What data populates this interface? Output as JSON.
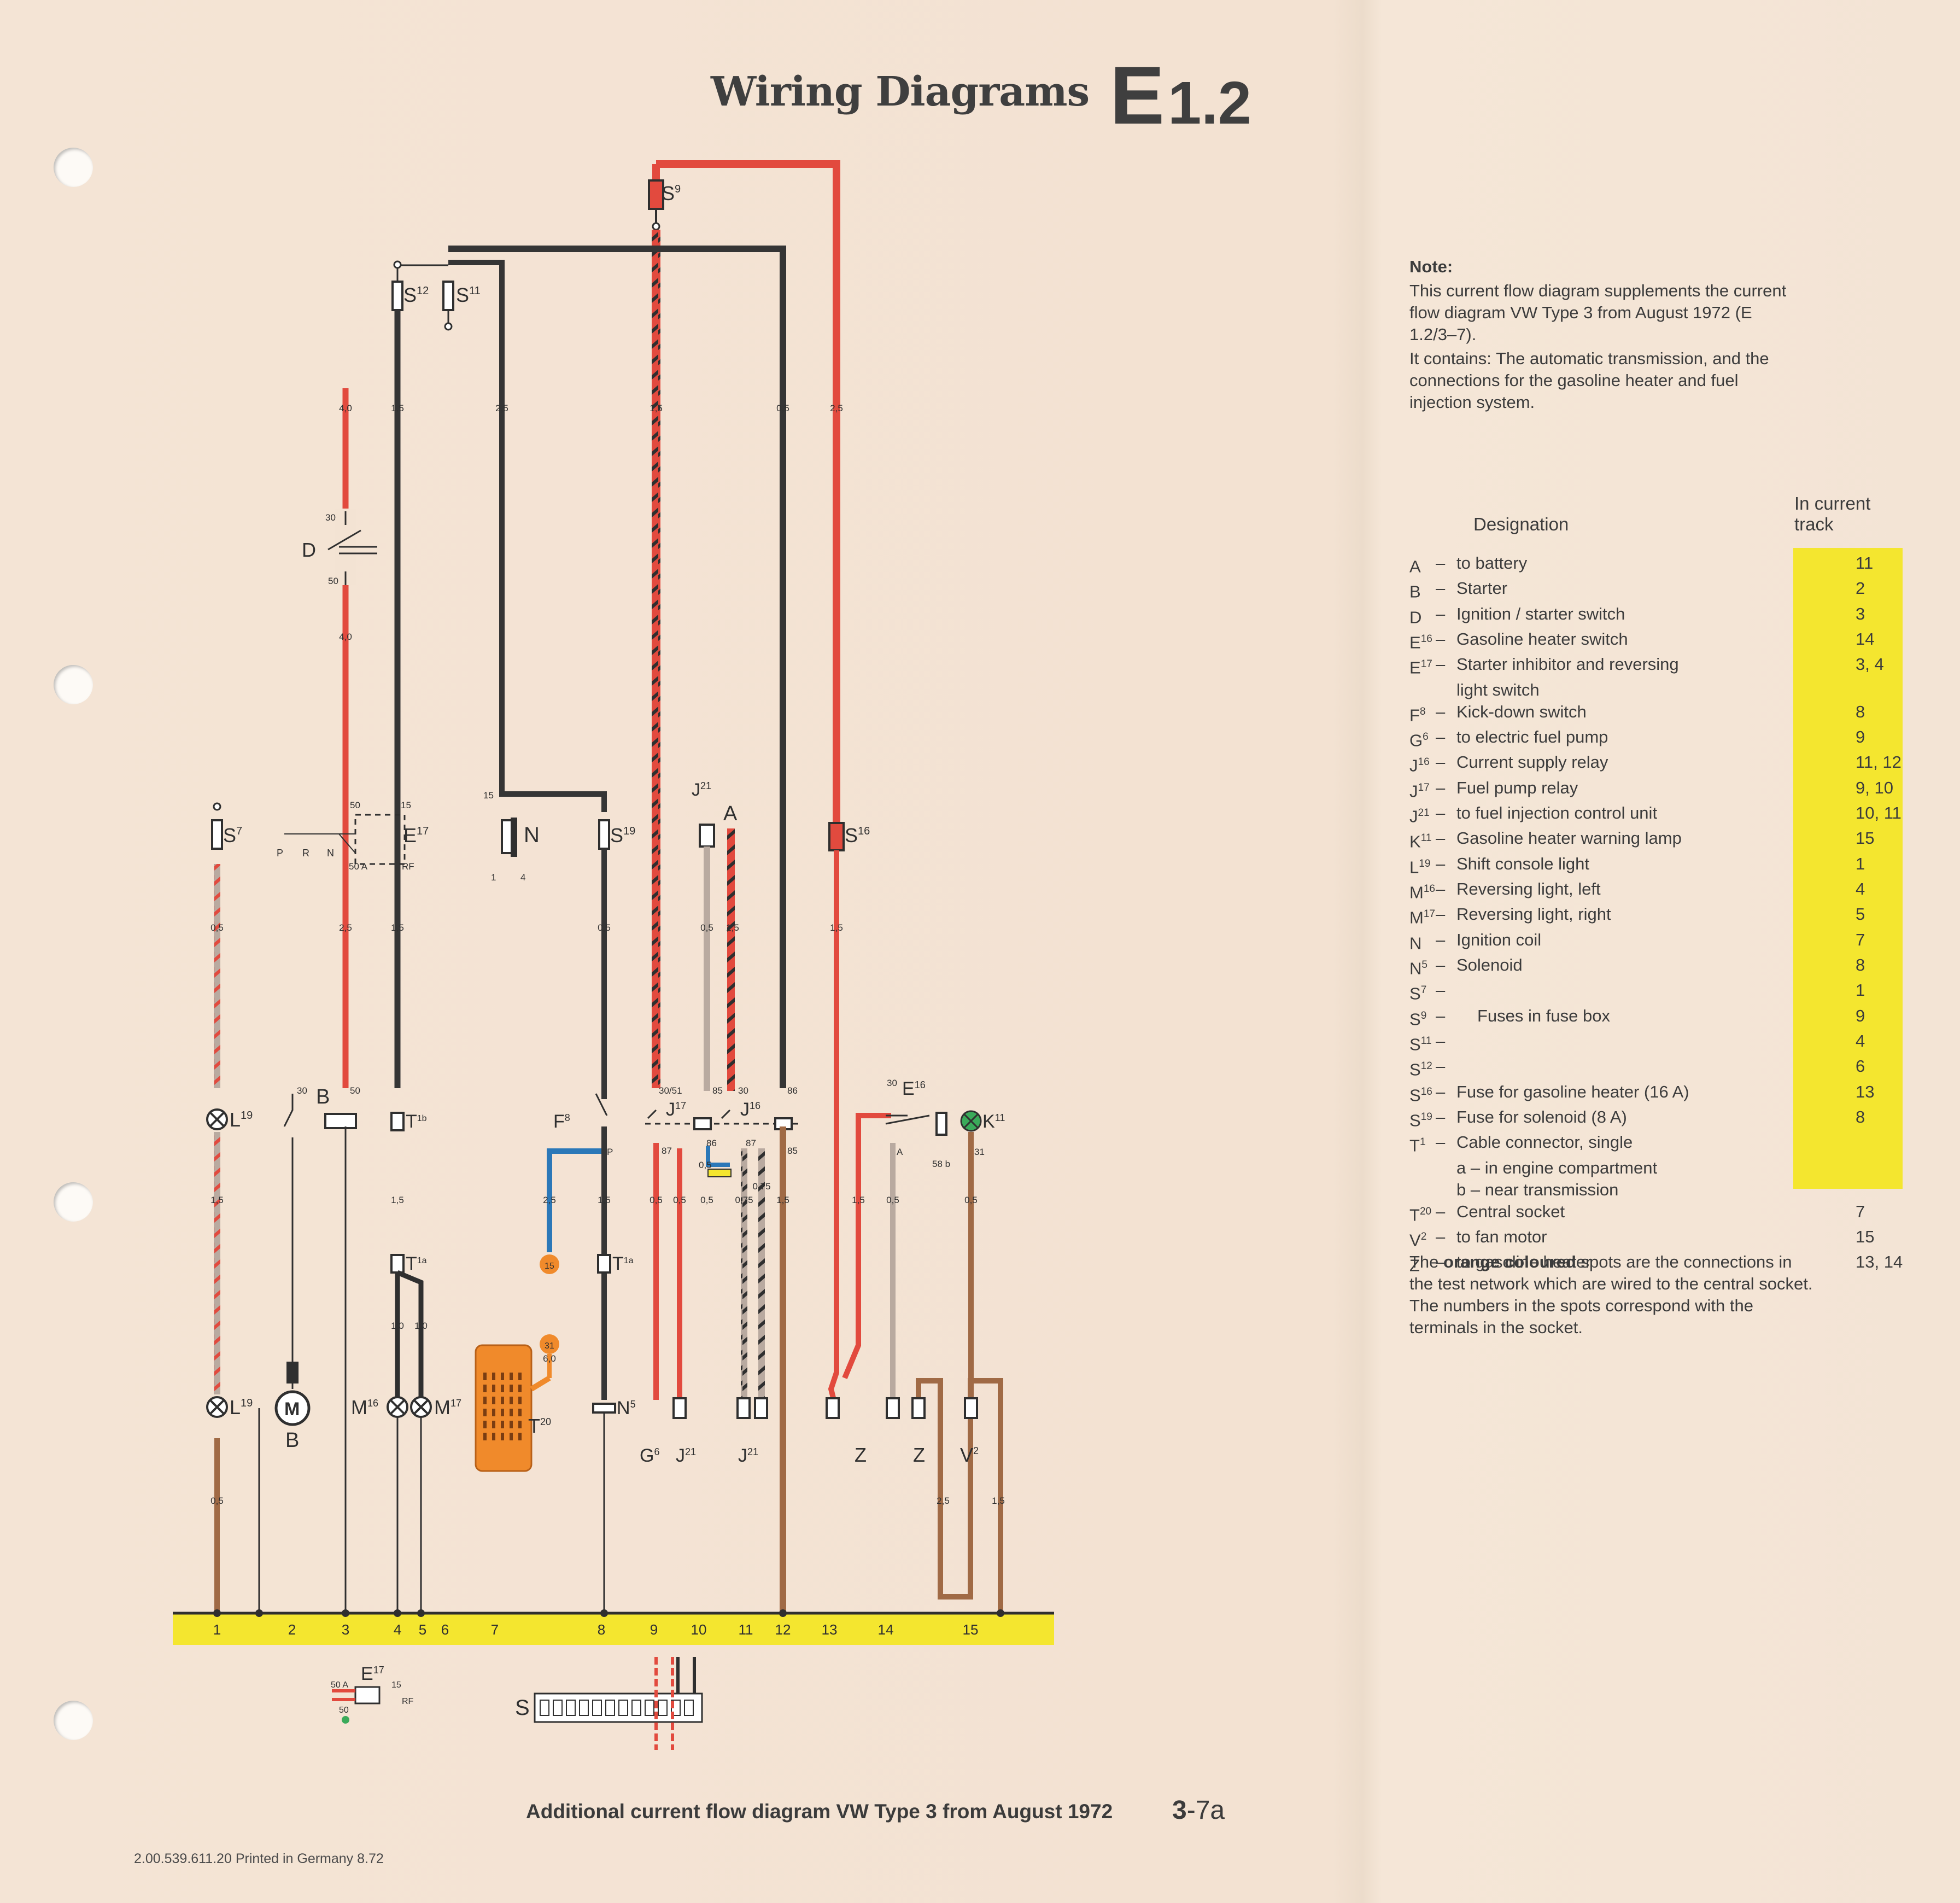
{
  "header": {
    "title": "Wiring Diagrams",
    "code_letter": "E",
    "code_number": "1.2"
  },
  "note": {
    "label": "Note:",
    "p1": "This current flow diagram supplements the current flow diagram VW Type 3 from August 1972 (E 1.2/3–7).",
    "p2": "It contains: The automatic transmission, and the connections for the gasoline heater and fuel injection system."
  },
  "legend": {
    "designation_header": "Designation",
    "track_header_1": "In current",
    "track_header_2": "track",
    "rows": [
      {
        "code": "A",
        "sup": "",
        "desc": "to battery",
        "track": "11"
      },
      {
        "code": "B",
        "sup": "",
        "desc": "Starter",
        "track": "2"
      },
      {
        "code": "D",
        "sup": "",
        "desc": "Ignition / starter switch",
        "track": "3"
      },
      {
        "code": "E",
        "sup": "16",
        "desc": "Gasoline heater switch",
        "track": "14"
      },
      {
        "code": "E",
        "sup": "17",
        "desc": "Starter inhibitor and reversing",
        "track": "3, 4"
      },
      {
        "code": "",
        "sup": "",
        "desc": "light switch",
        "track": "",
        "nodash": true
      },
      {
        "code": "F",
        "sup": "8",
        "desc": "Kick-down switch",
        "track": "8"
      },
      {
        "code": "G",
        "sup": "6",
        "desc": "to electric fuel pump",
        "track": "9"
      },
      {
        "code": "J",
        "sup": "16",
        "desc": "Current supply relay",
        "track": "11, 12"
      },
      {
        "code": "J",
        "sup": "17",
        "desc": "Fuel pump relay",
        "track": "9, 10"
      },
      {
        "code": "J",
        "sup": "21",
        "desc": "to fuel injection control unit",
        "track": "10, 11"
      },
      {
        "code": "K",
        "sup": "11",
        "desc": "Gasoline heater warning lamp",
        "track": "15"
      },
      {
        "code": "L",
        "sup": "19",
        "desc": "Shift console light",
        "track": "1"
      },
      {
        "code": "M",
        "sup": "16",
        "desc": "Reversing light, left",
        "track": "4"
      },
      {
        "code": "M",
        "sup": "17",
        "desc": "Reversing light, right",
        "track": "5"
      },
      {
        "code": "N",
        "sup": "",
        "desc": "Ignition coil",
        "track": "7"
      },
      {
        "code": "N",
        "sup": "5",
        "desc": "Solenoid",
        "track": "8"
      },
      {
        "code": "S",
        "sup": "7",
        "desc": "",
        "track": "1"
      },
      {
        "code": "S",
        "sup": "9",
        "desc": "Fuses in fuse box",
        "track": "9"
      },
      {
        "code": "S",
        "sup": "11",
        "desc": "",
        "track": "4"
      },
      {
        "code": "S",
        "sup": "12",
        "desc": "",
        "track": "6"
      },
      {
        "code": "S",
        "sup": "16",
        "desc": "Fuse for gasoline heater (16 A)",
        "track": "13"
      },
      {
        "code": "S",
        "sup": "19",
        "desc": "Fuse for solenoid (8 A)",
        "track": "8"
      },
      {
        "code": "T",
        "sup": "1",
        "desc": "Cable connector, single",
        "track": ""
      },
      {
        "code": "",
        "sup": "",
        "desc": "a – in engine compartment",
        "track": "",
        "nodash": true
      },
      {
        "code": "",
        "sup": "",
        "desc": "b – near transmission",
        "track": "",
        "nodash": true
      },
      {
        "code": "T",
        "sup": "20",
        "desc": "Central socket",
        "track": "7"
      },
      {
        "code": "V",
        "sup": "2",
        "desc": "to fan motor",
        "track": "15"
      },
      {
        "code": "Z",
        "sup": "",
        "desc": "to gasoline heater",
        "track": "13, 14"
      }
    ]
  },
  "orange_note": {
    "pre": "",
    "bold": "orange coloured",
    "before": "The ",
    "after": " spots are the connections in the test network which are wired to the central socket. The numbers in the spots correspond with the terminals in the socket."
  },
  "caption": "Additional current flow diagram VW Type 3 from August 1972",
  "page_number_main": "3",
  "page_number_sub": "-7a",
  "print_code": "2.00.539.611.20 Printed in Germany 8.72",
  "diagram": {
    "track_numbers": [
      "1",
      "2",
      "3",
      "4",
      "5",
      "6",
      "7",
      "8",
      "9",
      "10",
      "11",
      "12",
      "13",
      "14",
      "15"
    ],
    "labels": {
      "S9": "S",
      "S9sup": "9",
      "S12": "S",
      "S12sup": "12",
      "S11": "S",
      "S11sup": "11",
      "S7": "S",
      "S7sup": "7",
      "S19": "S",
      "S19sup": "19",
      "S16": "S",
      "S16sup": "16",
      "D": "D",
      "E17": "E",
      "E17sup": "17",
      "N": "N",
      "J21": "J",
      "J21sup": "21",
      "A": "A",
      "L19": "L",
      "L19sup": "19",
      "B": "B",
      "T1b": "T",
      "T1bsup": "1b",
      "F8": "F",
      "F8sup": "8",
      "J17": "J",
      "J17sup": "17",
      "J16": "J",
      "J16sup": "16",
      "E16": "E",
      "E16sup": "16",
      "K11": "K",
      "K11sup": "11",
      "T1a": "T",
      "T1asup": "1a",
      "M16": "M",
      "M16sup": "16",
      "M17": "M",
      "M17sup": "17",
      "T20": "T",
      "T20sup": "20",
      "N5": "N",
      "N5sup": "5",
      "G6": "G",
      "G6sup": "6",
      "Z": "Z",
      "V2": "V",
      "V2sup": "2",
      "S": "S",
      "motor": "M",
      "prn_P": "P",
      "prn_R": "R",
      "prn_N": "N"
    },
    "wire_sizes": [
      "4,0",
      "1,5",
      "2,5",
      "1,5",
      "0,5",
      "2,5",
      "0,5",
      "1,5",
      "2,5",
      "0,5",
      "4,0",
      "0,5",
      "1,5",
      "1,5",
      "0,5",
      "2,5",
      "1,5",
      "0,5",
      "0,5",
      "1,5",
      "1,5",
      "0,5",
      "1,5",
      "1,5",
      "0,5",
      "1,0",
      "1,0",
      "6,0",
      "0,75",
      "0,75",
      "0,5",
      "2,5",
      "1,5"
    ],
    "terminals": {
      "t30": "30",
      "t50": "50",
      "t15": "15",
      "t50A": "50 A",
      "tRF": "RF",
      "t1": "1",
      "t4": "4",
      "t3051": "30/51",
      "t85": "85",
      "t86": "86",
      "t87": "87",
      "t58b": "58 b",
      "t31": "31",
      "tP": "P",
      "t05": "0,5"
    },
    "test_spots": [
      "15",
      "31"
    ]
  }
}
